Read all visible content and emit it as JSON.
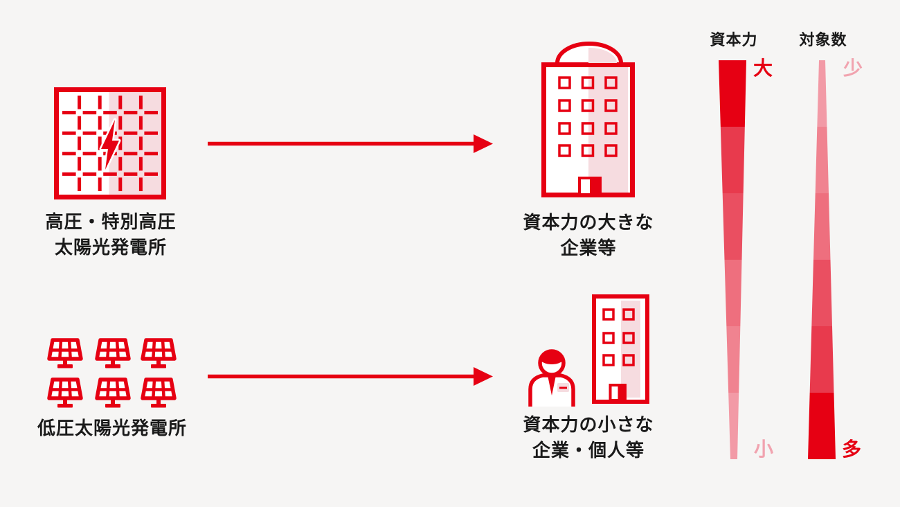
{
  "colors": {
    "background": "#f6f5f4",
    "brand_red": "#e60012",
    "light_pink": "#f6dce0",
    "pink_label": "#f1a3af",
    "text": "#1a1a1a"
  },
  "flow": {
    "row1": {
      "source_label_line1": "高圧・特別高圧",
      "source_label_line2": "太陽光発電所",
      "target_label_line1": "資本力の大きな",
      "target_label_line2": "企業等"
    },
    "row2": {
      "source_label_line1": "低圧太陽光発電所",
      "target_label_line1": "資本力の小さな",
      "target_label_line2": "企業・個人等"
    }
  },
  "wedges": {
    "capital": {
      "title": "資本力",
      "top_label": "大",
      "bottom_label": "小",
      "top_label_color": "#e60012",
      "bottom_label_color": "#f1a3af",
      "colors": [
        "#e60013",
        "#e83a4d",
        "#ea4f61",
        "#ee6f7e",
        "#f08390",
        "#f29aa6"
      ]
    },
    "count": {
      "title": "対象数",
      "top_label": "少",
      "bottom_label": "多",
      "top_label_color": "#f1a3af",
      "bottom_label_color": "#e60012",
      "colors": [
        "#f29aa6",
        "#f08390",
        "#ee6f7e",
        "#ea4f61",
        "#e83a4d",
        "#e60013"
      ]
    }
  },
  "icons": {
    "high_voltage_plant": "solar-grid-lightning-icon",
    "low_voltage_plant": "solar-panels-icon",
    "large_company": "office-building-dome-icon",
    "small_company": "person-and-small-building-icon",
    "flow_arrow": "right-arrow-icon"
  }
}
